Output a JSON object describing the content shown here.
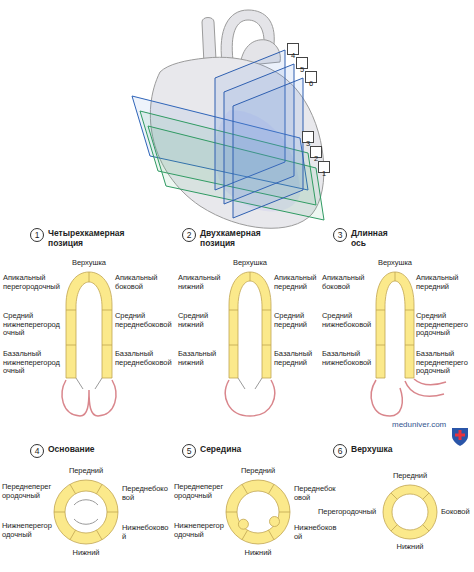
{
  "diagram": {
    "nodes": [
      {
        "text": [
          "4"
        ]
      },
      {
        "text": [
          "5"
        ]
      },
      {
        "text": [
          "6"
        ]
      },
      {
        "text": [
          "3"
        ]
      },
      {
        "text": [
          "2"
        ]
      },
      {
        "text": [
          "1"
        ]
      },
      {
        "text": [
          "1",
          "Четырехкамерная позиция"
        ]
      },
      {
        "text": [
          "2",
          "Двухкамерная позиция"
        ]
      },
      {
        "text": [
          "3",
          "Длинная ось"
        ]
      },
      {
        "text": [
          "4",
          "Основание"
        ]
      },
      {
        "text": [
          "5",
          "Середина"
        ]
      },
      {
        "text": [
          "6",
          "Верхушка"
        ]
      }
    ],
    "labels": [
      "Верхушка",
      "Апикальный перегородочный",
      "Апикальный боковой",
      "Средний нижнеперегородочный",
      "Средний переднебоковой",
      "Базальный нижнеперегородочный",
      "Базальный переднебоковой",
      "Верхушка",
      "Апикальный нижний",
      "Апикальный передний",
      "Средний нижний",
      "Средний передний",
      "Базальный нижний",
      "Базальный передний",
      "Верхушка",
      "Апикальный боковой",
      "Апикальный передний",
      "Средний нижнебоковой",
      "Средний переднеперегородочный",
      "Базальный нижнебоковой",
      "Базальный переднеперегородочный",
      "meduniver.com",
      "Передний",
      "Переднеперегородочный",
      "Переднебоковой",
      "Нижнеперегородочный",
      "Нижнебоковой",
      "Нижний",
      "Передний",
      "Переднеперегородочный",
      "Переднебоковой",
      "Нижнеперегородочный",
      "Нижнебоковой",
      "Нижний",
      "Передний",
      "Перегородочный",
      "Боковой",
      "Нижний"
    ]
  }
}
